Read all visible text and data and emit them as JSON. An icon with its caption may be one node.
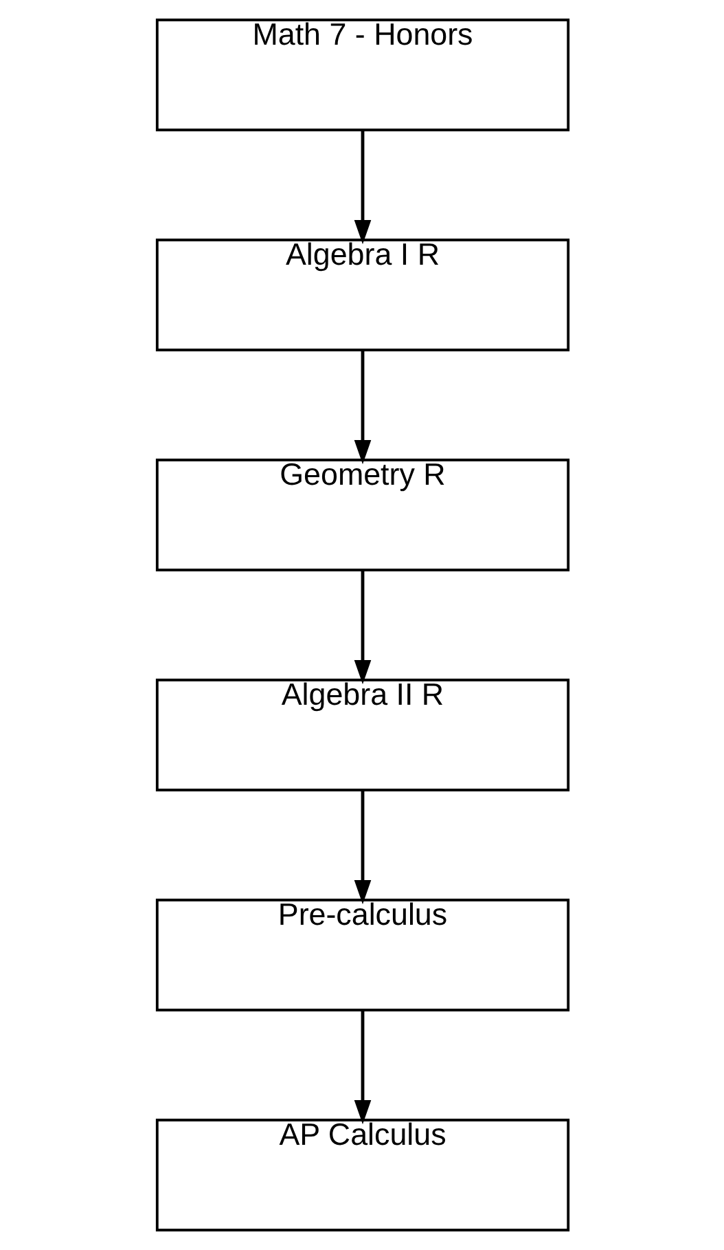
{
  "diagram": {
    "nodes": [
      {
        "text": [
          "Math 7 - Honors"
        ]
      },
      {
        "text": [
          "Algebra I R"
        ]
      },
      {
        "text": [
          "Geometry R"
        ]
      },
      {
        "text": [
          "Algebra II R"
        ]
      },
      {
        "text": [
          "Pre-calculus"
        ]
      },
      {
        "text": [
          "AP Calculus"
        ]
      }
    ],
    "edges": [
      {
        "from": 0,
        "to": 1,
        "arrow": "to"
      },
      {
        "from": 1,
        "to": 2,
        "arrow": "to"
      },
      {
        "from": 2,
        "to": 3,
        "arrow": "to"
      },
      {
        "from": 3,
        "to": 4,
        "arrow": "to"
      },
      {
        "from": 4,
        "to": 5,
        "arrow": "to"
      }
    ]
  }
}
